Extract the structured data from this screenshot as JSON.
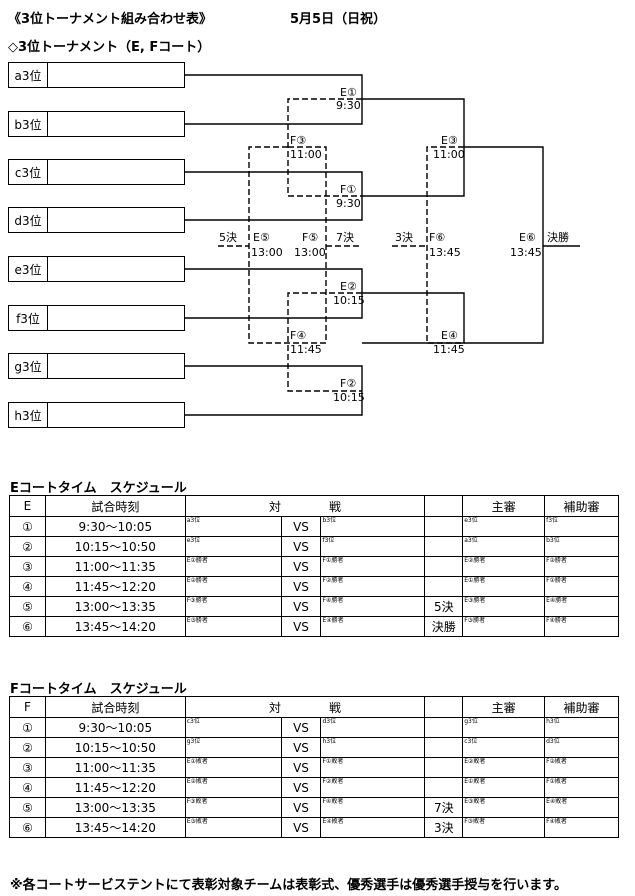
{
  "header": {
    "title": "《3位トーナメント組み合わせ表》",
    "date": "5月5日（日祝）",
    "subtitle": "◇3位トーナメント（E, Fコート）"
  },
  "teams": [
    "a3位",
    "b3位",
    "c3位",
    "d3位",
    "e3位",
    "f3位",
    "g3位",
    "h3位"
  ],
  "bracket": {
    "e1": {
      "label": "E①",
      "time": "9:30"
    },
    "f3": {
      "label": "F③",
      "time": "11:00"
    },
    "f1": {
      "label": "F①",
      "time": "9:30"
    },
    "e3": {
      "label": "E③",
      "time": "11:00"
    },
    "e5": {
      "label": "E⑤",
      "time": "13:00",
      "place": "5決"
    },
    "f5": {
      "label": "F⑤",
      "time": "13:00",
      "place": "7決"
    },
    "f6": {
      "label": "F⑥",
      "time": "13:45",
      "place": "3決"
    },
    "e6": {
      "label": "E⑥",
      "time": "13:45",
      "place": "決勝"
    },
    "e2": {
      "label": "E②",
      "time": "10:15"
    },
    "f4": {
      "label": "F④",
      "time": "11:45"
    },
    "e4": {
      "label": "E④",
      "time": "11:45"
    },
    "f2": {
      "label": "F②",
      "time": "10:15"
    }
  },
  "e_schedule": {
    "title": "Eコートタイム　スケジュール",
    "headers": {
      "court": "E",
      "time": "試合時刻",
      "match": "対　　　　戦",
      "referee": "主審",
      "assistant": "補助審"
    },
    "rows": [
      {
        "no": "①",
        "time": "9:30～10:05",
        "home": "a3位",
        "vs": "VS",
        "away": "b3位",
        "note": "",
        "ref": "e3位",
        "asst": "f3位"
      },
      {
        "no": "②",
        "time": "10:15～10:50",
        "home": "e3位",
        "vs": "VS",
        "away": "f3位",
        "note": "",
        "ref": "a3位",
        "asst": "b3位"
      },
      {
        "no": "③",
        "time": "11:00～11:35",
        "home": "E①勝者",
        "vs": "VS",
        "away": "F①勝者",
        "note": "",
        "ref": "E②勝者",
        "asst": "F②勝者"
      },
      {
        "no": "④",
        "time": "11:45～12:20",
        "home": "E②勝者",
        "vs": "VS",
        "away": "F②勝者",
        "note": "",
        "ref": "E①勝者",
        "asst": "F①勝者"
      },
      {
        "no": "⑤",
        "time": "13:00～13:35",
        "home": "F③勝者",
        "vs": "VS",
        "away": "F④勝者",
        "note": "5決",
        "ref": "E③勝者",
        "asst": "E④勝者"
      },
      {
        "no": "⑥",
        "time": "13:45～14:20",
        "home": "E③勝者",
        "vs": "VS",
        "away": "E④勝者",
        "note": "決勝",
        "ref": "F③勝者",
        "asst": "F④勝者"
      }
    ]
  },
  "f_schedule": {
    "title": "Fコートタイム　スケジュール",
    "headers": {
      "court": "F",
      "time": "試合時刻",
      "match": "対　　　　戦",
      "referee": "主審",
      "assistant": "補助審"
    },
    "rows": [
      {
        "no": "①",
        "time": "9:30～10:05",
        "home": "c3位",
        "vs": "VS",
        "away": "d3位",
        "note": "",
        "ref": "g3位",
        "asst": "h3位"
      },
      {
        "no": "②",
        "time": "10:15～10:50",
        "home": "g3位",
        "vs": "VS",
        "away": "h3位",
        "note": "",
        "ref": "c3位",
        "asst": "d3位"
      },
      {
        "no": "③",
        "time": "11:00～11:35",
        "home": "E①敗者",
        "vs": "VS",
        "away": "F①敗者",
        "note": "",
        "ref": "E②敗者",
        "asst": "F②敗者"
      },
      {
        "no": "④",
        "time": "11:45～12:20",
        "home": "E②敗者",
        "vs": "VS",
        "away": "F②敗者",
        "note": "",
        "ref": "E①敗者",
        "asst": "F①敗者"
      },
      {
        "no": "⑤",
        "time": "13:00～13:35",
        "home": "F③敗者",
        "vs": "VS",
        "away": "F④敗者",
        "note": "7決",
        "ref": "E③敗者",
        "asst": "E④敗者"
      },
      {
        "no": "⑥",
        "time": "13:45～14:20",
        "home": "E③敗者",
        "vs": "VS",
        "away": "E④敗者",
        "note": "3決",
        "ref": "F③敗者",
        "asst": "F④敗者"
      }
    ]
  },
  "footer": "※各コートサービステントにて表彰対象チームは表彰式、優秀選手は優秀選手授与を行います。"
}
